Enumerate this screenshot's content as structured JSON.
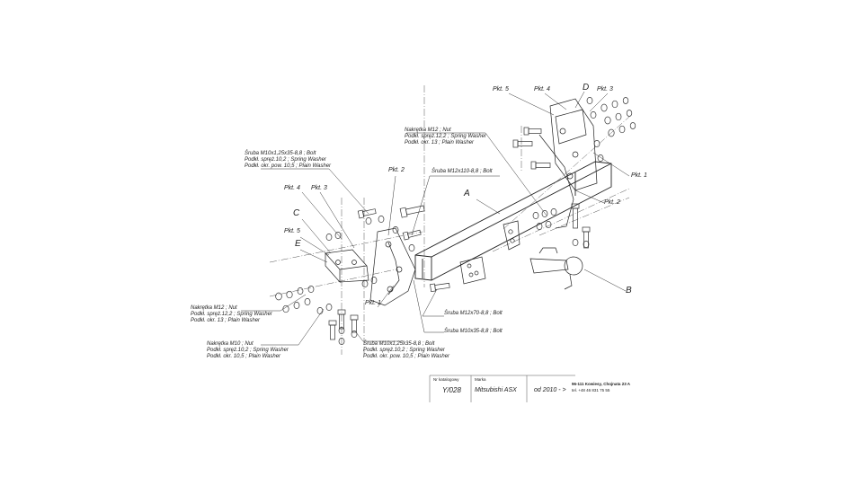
{
  "parts": {
    "pkt5_right": "Pkt. 5",
    "pkt4_right": "Pkt. 4",
    "d_label": "D",
    "pkt3_right": "Pkt. 3",
    "pkt1_right": "Pkt. 1",
    "pkt2_right": "Pkt. 2",
    "a_label": "A",
    "b_label": "B",
    "pkt2_mid": "Pkt. 2",
    "pkt4_left": "Pkt. 4",
    "pkt3_left": "Pkt. 3",
    "c_label": "C",
    "pkt5_left": "Pkt. 5",
    "e_label": "E",
    "pkt1_left": "Pkt. 1"
  },
  "callouts": {
    "nut_m12_top": [
      "Nakrętka M12 ; Nut",
      "Podkł. spręż.12,2 ; Spring Washer",
      "Podkł. okr. 13 ; Plain Washer"
    ],
    "bolt_m10_top": [
      "Śruba M10x1,25x35-8,8 ; Bolt",
      "Podkł. spręż.10,2 ; Spring Washer",
      "Podkł. okr. pow. 10,5 ; Plain Washer"
    ],
    "bolt_m12x110": "Śruba M12x110-8,8 ; Bolt",
    "nut_m12_left": [
      "Nakrętka M12 ; Nut",
      "Podkł. spręż.12,2 ; Spring Washer",
      "Podkł. okr. 13 ; Plain Washer"
    ],
    "nut_m10_left": [
      "Nakrętka M10 ; Nut",
      "Podkł. spręż.10,2 ; Spring Washer",
      "Podkł. okr. 10,5 ; Plain Washer"
    ],
    "bolt_m12x70": "Śruba M12x70-8,8 ; Bolt",
    "bolt_m10x35": "Śruba M10x35-8,8 ; Bolt",
    "bolt_m10_bottom": [
      "Śruba M10x1,25x35-8,8 ; Bolt",
      "Podkł. spręż.10,2 ; Spring Washer",
      "Podkł. okr. pow. 10,5 ; Plain Washer"
    ]
  },
  "title_block": {
    "catalog_header": "Nr katalogowy",
    "catalog_number": "Y/028",
    "brand_header": "Marka",
    "brand_value": "Mitsubishi ASX",
    "years": "od 2010 - >",
    "address_line1": "96-111 Kowiesy, Chojnata 23 A",
    "address_line2": "tel. +48 46 831 75 55"
  }
}
